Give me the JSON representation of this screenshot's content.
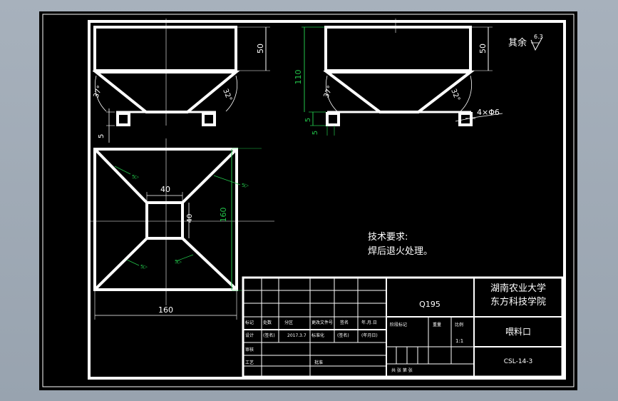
{
  "dims": {
    "height_50": "50",
    "angle_37": "37°",
    "angle_32": "32°",
    "dim_5": "5",
    "height_110": "110",
    "plate_holes": "4×Φ6",
    "width_160": "160",
    "height_160": "160",
    "opening_40": "40",
    "opening_40v": "40"
  },
  "weld_symbol": "5▷",
  "surface": {
    "label": "其余",
    "roughness": "6.3"
  },
  "tech": {
    "title": "技术要求:",
    "line1": "焊后退火处理。"
  },
  "title_block": {
    "material": "Q195",
    "school_line1": "湖南农业大学",
    "school_line2": "东方科技学院",
    "part_name": "喂料口",
    "drawing_no": "CSL-14-3",
    "grid_labels": [
      "标记",
      "处数",
      "分区",
      "更改文件号",
      "签名",
      "年.月.日"
    ],
    "row_design": [
      "设计",
      "(签名)",
      "2017.3.7",
      "标准化",
      "(签名)",
      "(年月日)"
    ],
    "stage_labels": [
      "阶段标记",
      "重量",
      "比例"
    ],
    "scale": "1:1",
    "review": "审核",
    "craft": "工艺",
    "approve": "批准",
    "sheet_info": "共 张 第 张"
  }
}
